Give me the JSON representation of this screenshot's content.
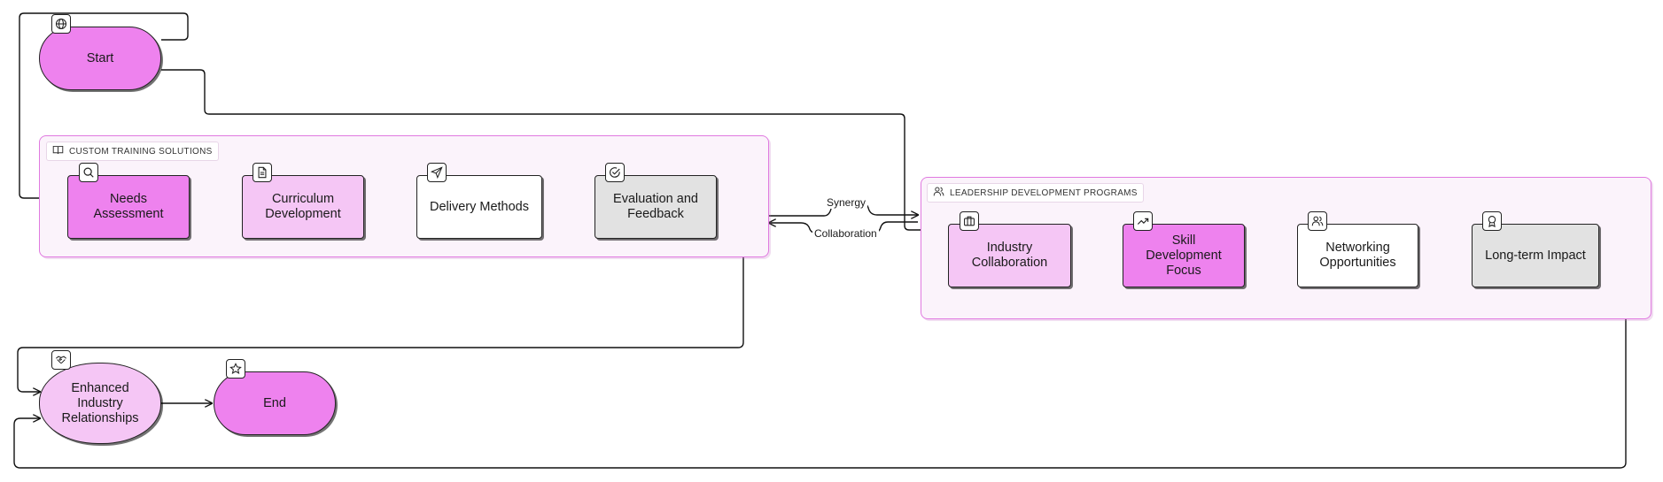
{
  "groups": {
    "custom": {
      "label": "CUSTOM TRAINING SOLUTIONS",
      "icon": "book-icon"
    },
    "leadership": {
      "label": "LEADERSHIP DEVELOPMENT PROGRAMS",
      "icon": "users-icon"
    }
  },
  "nodes": {
    "start": {
      "label": "Start",
      "icon": "globe-icon"
    },
    "needs": {
      "label": "Needs\nAssessment",
      "icon": "search-icon"
    },
    "curriculum": {
      "label": "Curriculum\nDevelopment",
      "icon": "document-icon"
    },
    "delivery": {
      "label": "Delivery Methods",
      "icon": "send-icon"
    },
    "evaluation": {
      "label": "Evaluation and\nFeedback",
      "icon": "check-circle-icon"
    },
    "industry": {
      "label": "Industry\nCollaboration",
      "icon": "briefcase-icon"
    },
    "skill": {
      "label": "Skill\nDevelopment\nFocus",
      "icon": "trending-up-icon"
    },
    "networking": {
      "label": "Networking\nOpportunities",
      "icon": "users-icon"
    },
    "longterm": {
      "label": "Long-term Impact",
      "icon": "award-icon"
    },
    "enhanced": {
      "label": "Enhanced\nIndustry\nRelationships",
      "icon": "handshake-icon"
    },
    "end": {
      "label": "End",
      "icon": "star-icon"
    }
  },
  "edges": {
    "synergy": "Synergy",
    "collaboration": "Collaboration"
  },
  "colors": {
    "strong": "#ee82ee",
    "light": "#f5c6f5",
    "white": "#ffffff",
    "gray": "#e2e2e2",
    "group_border": "#e07ae0",
    "group_fill": "#fbf3fb"
  }
}
